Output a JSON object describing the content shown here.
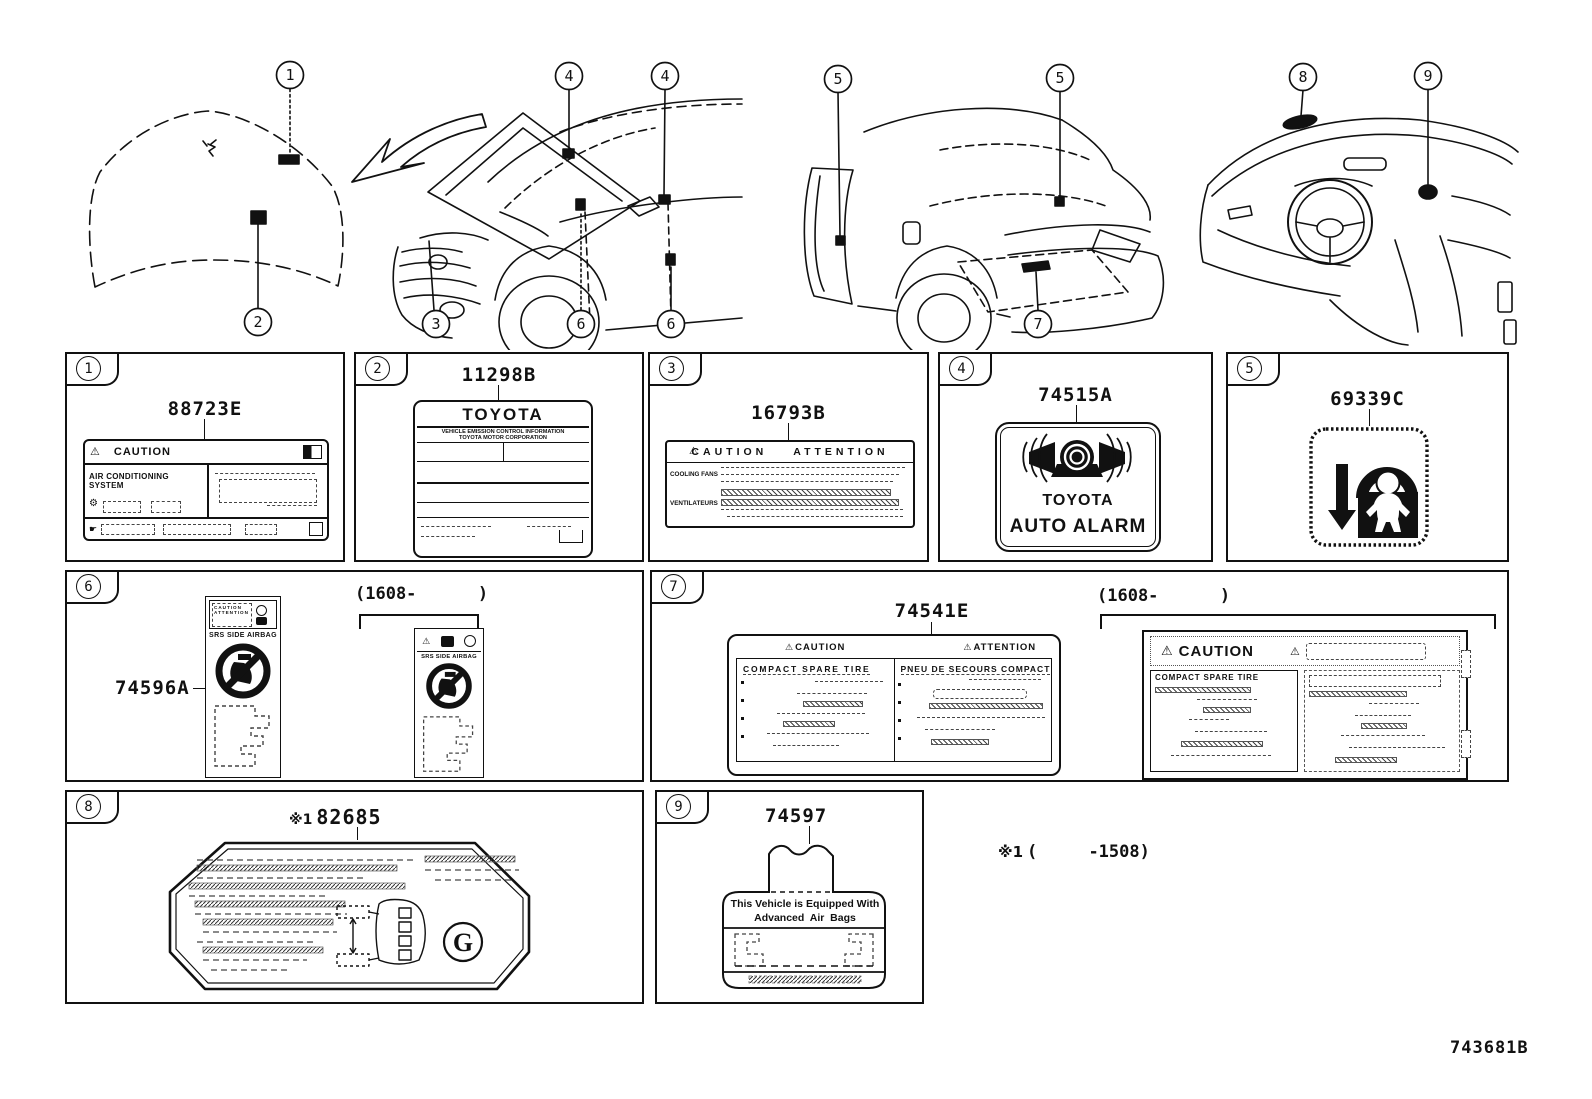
{
  "figure_code": "743681B",
  "footnote": {
    "prefix": "※1",
    "range": "(     -1508)"
  },
  "icons": {
    "warning": "⚠",
    "circle": "○"
  },
  "callouts": {
    "c1": "1",
    "c2": "2",
    "c3": "3",
    "c4": "4",
    "c5": "5",
    "c6": "6",
    "c7": "7",
    "c8": "8",
    "c9": "9"
  },
  "panels": {
    "p1": {
      "part": "88723E",
      "caution": "CAUTION",
      "system": "AIR CONDITIONING SYSTEM"
    },
    "p2": {
      "part": "11298B",
      "brand": "TOYOTA",
      "info1": "VEHICLE EMISSION CONTROL INFORMATION",
      "info2": "TOYOTA MOTOR CORPORATION"
    },
    "p3": {
      "part": "16793B",
      "caution": "CAUTION",
      "attention": "ATTENTION",
      "row1": "COOLING FANS",
      "row2": "VENTILATEURS"
    },
    "p4": {
      "part": "74515A",
      "brand": "TOYOTA",
      "alarm": "AUTO ALARM"
    },
    "p5": {
      "part": "69339C"
    },
    "p6": {
      "part": "74596A",
      "variant": "(1608-      )",
      "mini_caution": "CAUTION",
      "mini_attention": "ATTENTION",
      "airbag": "SRS SIDE AIRBAG"
    },
    "p7": {
      "part": "74541E",
      "variant": "(1608-      )",
      "caution": "CAUTION",
      "attention": "ATTENTION",
      "tire_en": "COMPACT SPARE TIRE",
      "tire_fr": "PNEU DE SECOURS COMPACT"
    },
    "p8": {
      "part_prefix": "※1",
      "part": "82685",
      "g_mark": "G"
    },
    "p9": {
      "part": "74597",
      "line1": "This Vehicle is Equipped With",
      "line2": "Advanced  Air  Bags"
    }
  }
}
